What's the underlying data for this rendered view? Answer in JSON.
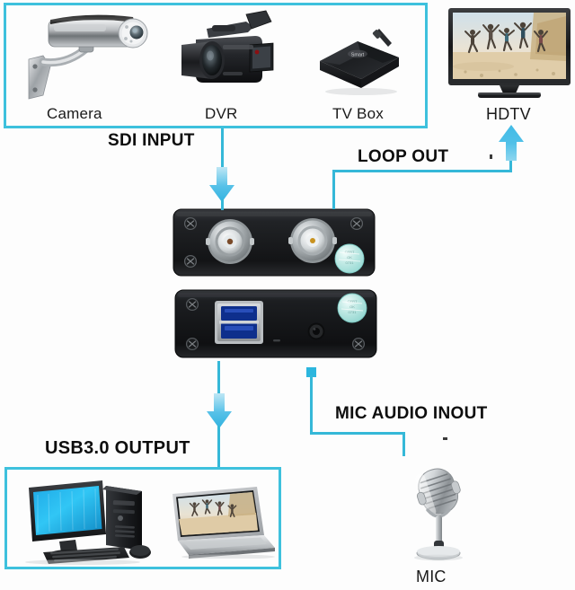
{
  "diagram": {
    "title": "SDI Capture Card Connection Diagram",
    "accent_color": "#35b8d8",
    "box_border_color": "#3ec1dd",
    "label_color": "#0d0d0d",
    "background": "#fdfdfd"
  },
  "source_group": {
    "devices": [
      {
        "name": "camera",
        "label": "Camera",
        "icon": "bullet-cctv-camera-icon"
      },
      {
        "name": "dvr",
        "label": "DVR",
        "icon": "camcorder-icon"
      },
      {
        "name": "tv-box",
        "label": "TV Box",
        "icon": "android-tv-box-icon"
      }
    ]
  },
  "display": {
    "label": "HDTV",
    "icon": "hdtv-monitor-icon"
  },
  "capture_device": {
    "front_panel": {
      "name": "sdi-front-panel",
      "ports": [
        {
          "name": "sdi-input-bnc-port",
          "type": "bnc"
        },
        {
          "name": "sdi-loop-out-bnc-port",
          "type": "bnc"
        }
      ],
      "sticker": "holographic-label"
    },
    "rear_panel": {
      "name": "usb-rear-panel",
      "ports": [
        {
          "name": "usb3-type-b-port",
          "type": "usb3-b"
        },
        {
          "name": "mic-audio-jack",
          "type": "3.5mm-jack"
        }
      ],
      "sticker": "holographic-label"
    }
  },
  "output_group": {
    "devices": [
      {
        "name": "desktop-pc",
        "label": "",
        "icon": "desktop-computer-icon"
      },
      {
        "name": "laptop",
        "label": "",
        "icon": "laptop-icon"
      }
    ]
  },
  "microphone": {
    "label": "MIC",
    "icon": "retro-microphone-icon"
  },
  "flows": [
    {
      "name": "sdi-input-flow",
      "label": "SDI INPUT",
      "direction": "down",
      "font_size": "19px"
    },
    {
      "name": "loop-out-flow",
      "label": "LOOP OUT",
      "direction": "up",
      "font_size": "19px"
    },
    {
      "name": "usb3-output-flow",
      "label": "USB3.0 OUTPUT",
      "direction": "down",
      "font_size": "20px"
    },
    {
      "name": "mic-audio-inout-flow",
      "label": "MIC AUDIO INOUT",
      "direction": "none",
      "font_size": "19px"
    }
  ]
}
